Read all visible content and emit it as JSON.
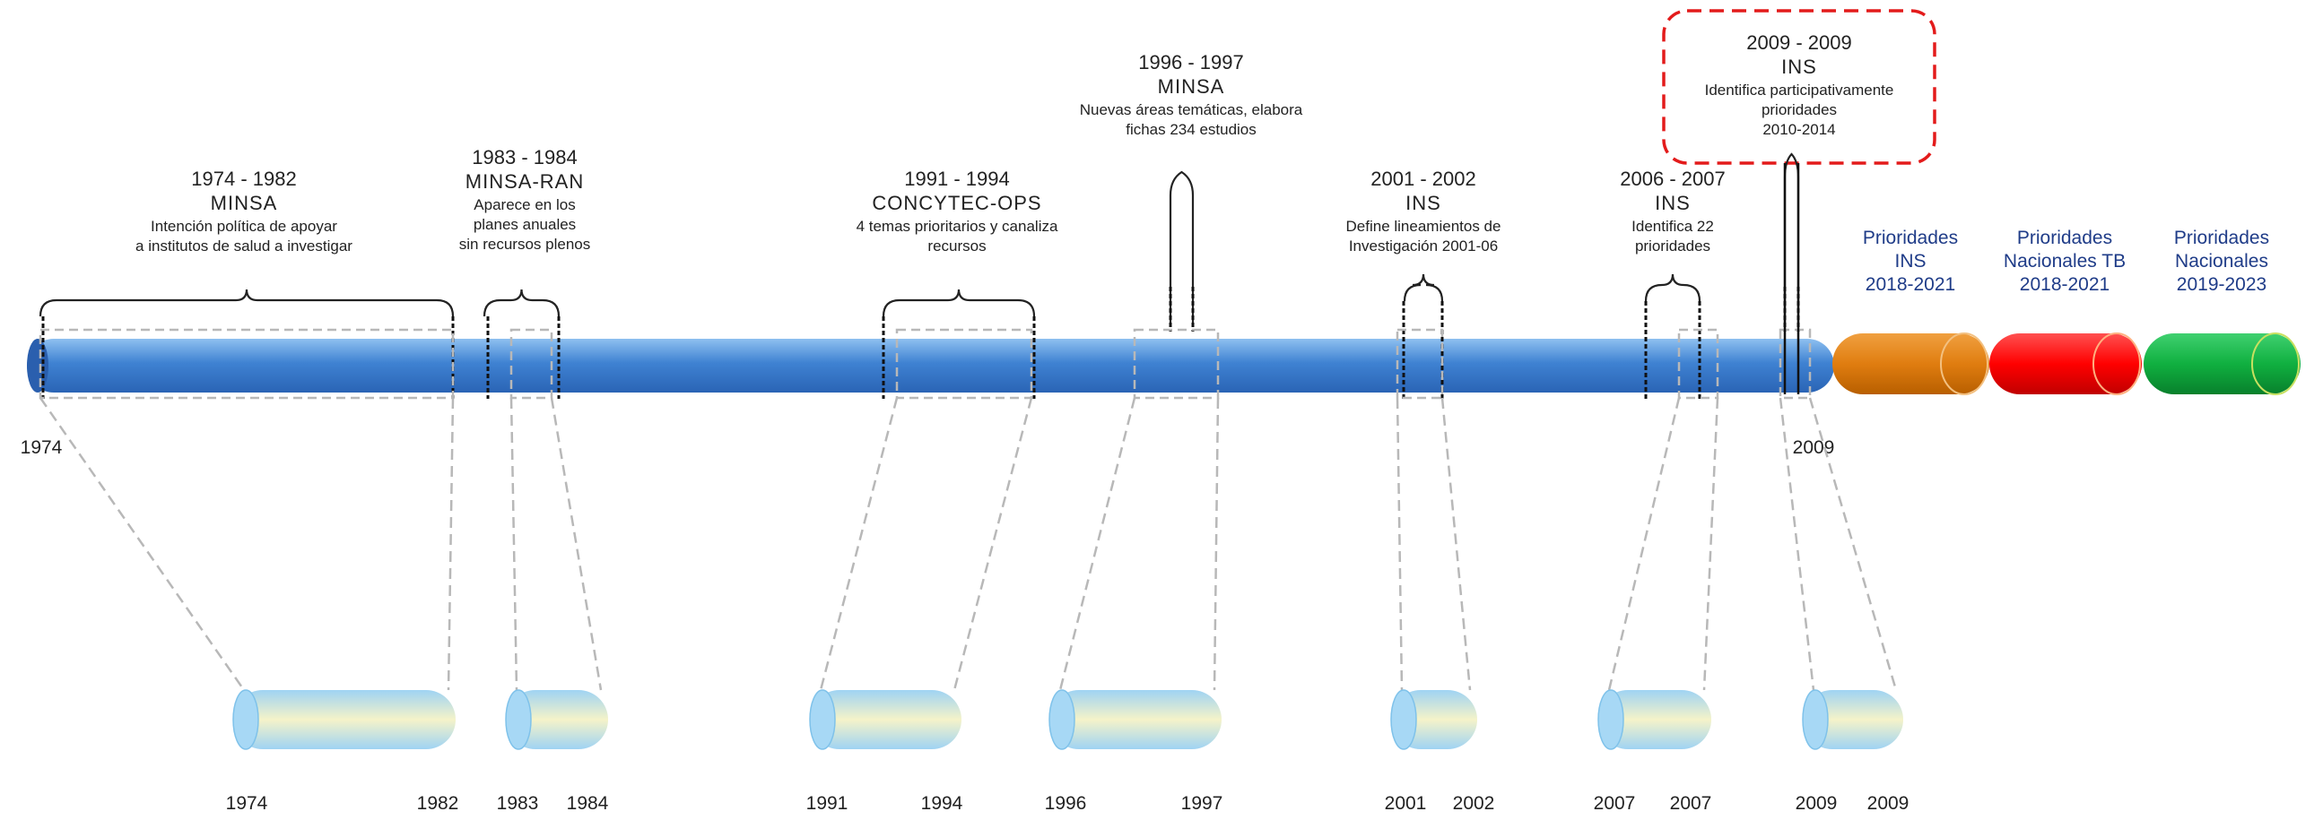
{
  "timeline": {
    "start_label": "1974",
    "end_label": "2009"
  },
  "periods": [
    {
      "years": "1974 - 1982",
      "org": "MINSA",
      "desc": [
        "Intención política de apoyar",
        "a institutos de salud a investigar"
      ],
      "from": "1974",
      "to": "1982"
    },
    {
      "years": "1983 - 1984",
      "org": "MINSA-RAN",
      "desc": [
        "Aparece en los",
        "planes anuales",
        "sin recursos plenos"
      ],
      "from": "1983",
      "to": "1984"
    },
    {
      "years": "1991 - 1994",
      "org": "CONCYTEC-OPS",
      "desc": [
        "4 temas prioritarios y canaliza",
        "recursos"
      ],
      "from": "1991",
      "to": "1994"
    },
    {
      "years": "1996 - 1997",
      "org": "MINSA",
      "desc": [
        "Nuevas áreas temáticas, elabora",
        "fichas 234 estudios"
      ],
      "from": "1996",
      "to": "1997"
    },
    {
      "years": "2001 - 2002",
      "org": "INS",
      "desc": [
        "Define lineamientos de",
        "Investigación 2001-06"
      ],
      "from": "2001",
      "to": "2002"
    },
    {
      "years": "2006 - 2007",
      "org": "INS",
      "desc": [
        "Identifica 22",
        "prioridades"
      ],
      "from": "2007",
      "to": "2007"
    },
    {
      "years": "2009 - 2009",
      "org": "INS",
      "desc": [
        "Identifica participativamente",
        "prioridades",
        "2010-2014"
      ],
      "from": "2009",
      "to": "2009"
    }
  ],
  "future": [
    {
      "lines": [
        "Prioridades",
        "INS",
        "2018-2021"
      ],
      "color": "#e07d10"
    },
    {
      "lines": [
        "Prioridades",
        "Nacionales TB",
        "2018-2021"
      ],
      "color": "#ff0000"
    },
    {
      "lines": [
        "Prioridades",
        "Nacionales",
        "2019-2023"
      ],
      "color": "#10b040"
    }
  ],
  "colors": {
    "bar_main": "#4a86d0",
    "future_text": "#1f3c88",
    "highlight_border": "#e31b1b",
    "connector": "#b0b0b0"
  }
}
